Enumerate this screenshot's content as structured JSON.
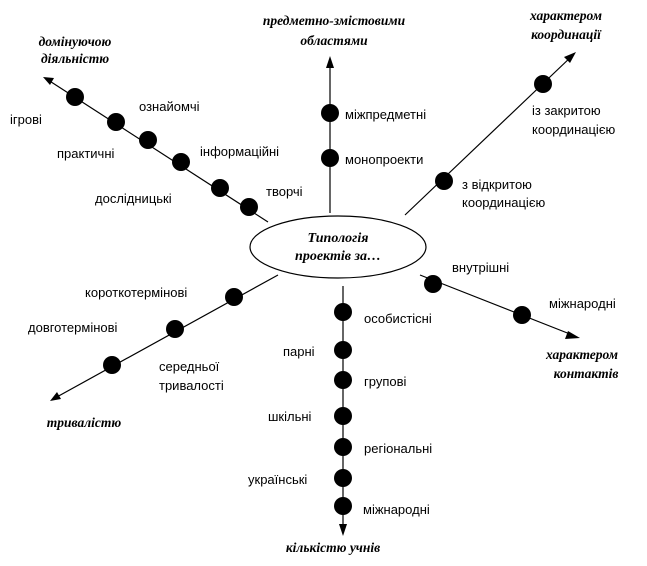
{
  "center": {
    "line1": "Типологія",
    "line2": "проектів за…"
  },
  "axes": {
    "dominant": {
      "line1": "домінуючою",
      "line2": "діяльністю"
    },
    "subject": {
      "line1": "предметно-змістовими",
      "line2": "областями"
    },
    "coordination": {
      "line1": "характером",
      "line2": "координації"
    },
    "contacts": {
      "line1": "характером",
      "line2": "контактів"
    },
    "duration": {
      "line1": "тривалістю"
    },
    "students": {
      "line1": "кількістю учнів"
    }
  },
  "items": {
    "dominant": [
      "ігрові",
      "ознайомчі",
      "практичні",
      "інформаційні",
      "дослідницькі",
      "творчі"
    ],
    "subject": [
      "міжпредметні",
      "монопроекти"
    ],
    "coordination": [
      {
        "line1": "із закритою",
        "line2": "координацією"
      },
      {
        "line1": "з відкритою",
        "line2": "координацією"
      }
    ],
    "contacts": [
      "внутрішні",
      "міжнародні"
    ],
    "duration": [
      "короткотермінові",
      "довготермінові",
      {
        "line1": "середньої",
        "line2": "тривалості"
      }
    ],
    "students": [
      "особистісні",
      "парні",
      "групові",
      "шкільні",
      "регіональні",
      "українські",
      "міжнародні"
    ]
  }
}
